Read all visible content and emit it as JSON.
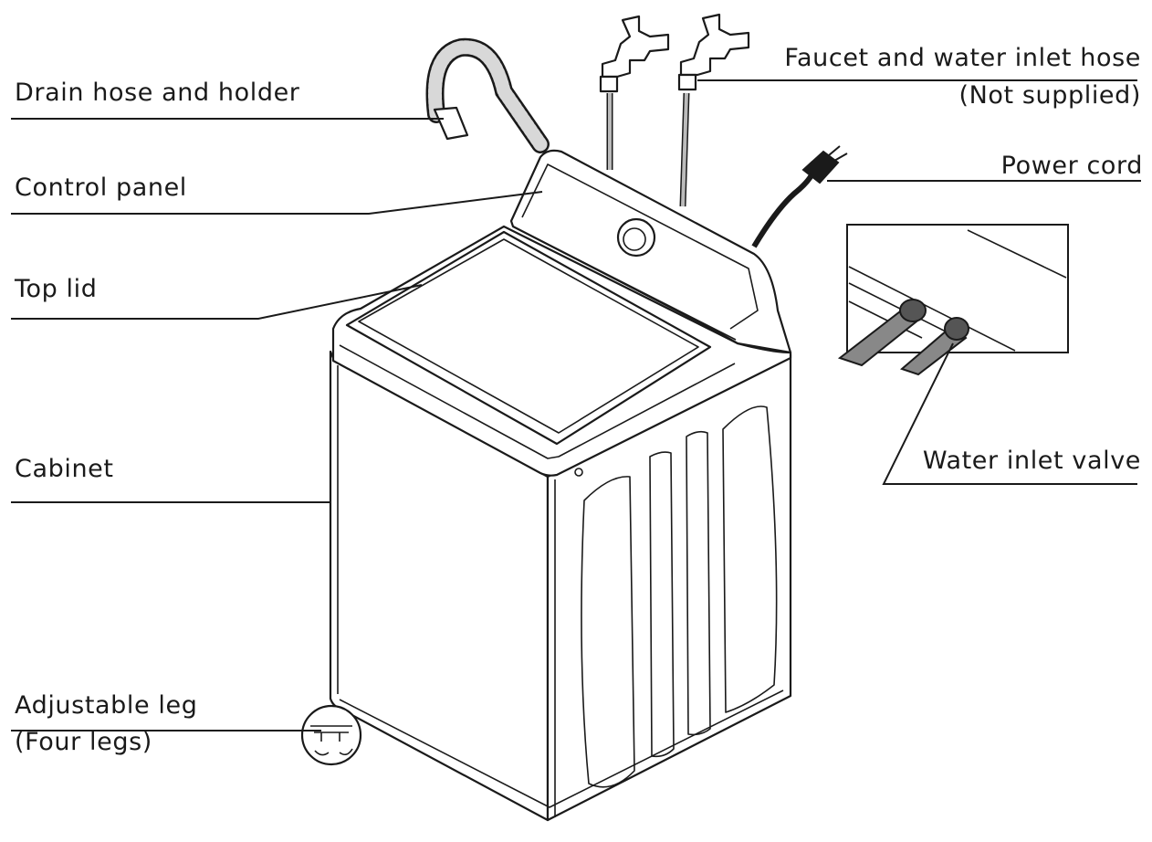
{
  "labels": {
    "drain_hose": "Drain hose and holder",
    "faucet_line1": "Faucet and water inlet hose",
    "faucet_line2": "(Not supplied)",
    "control_panel": "Control panel",
    "power_cord": "Power cord",
    "top_lid": "Top lid",
    "cabinet": "Cabinet",
    "water_inlet_valve": "Water inlet valve",
    "adjustable_leg_line1": "Adjustable leg",
    "adjustable_leg_line2": "(Four legs)"
  }
}
